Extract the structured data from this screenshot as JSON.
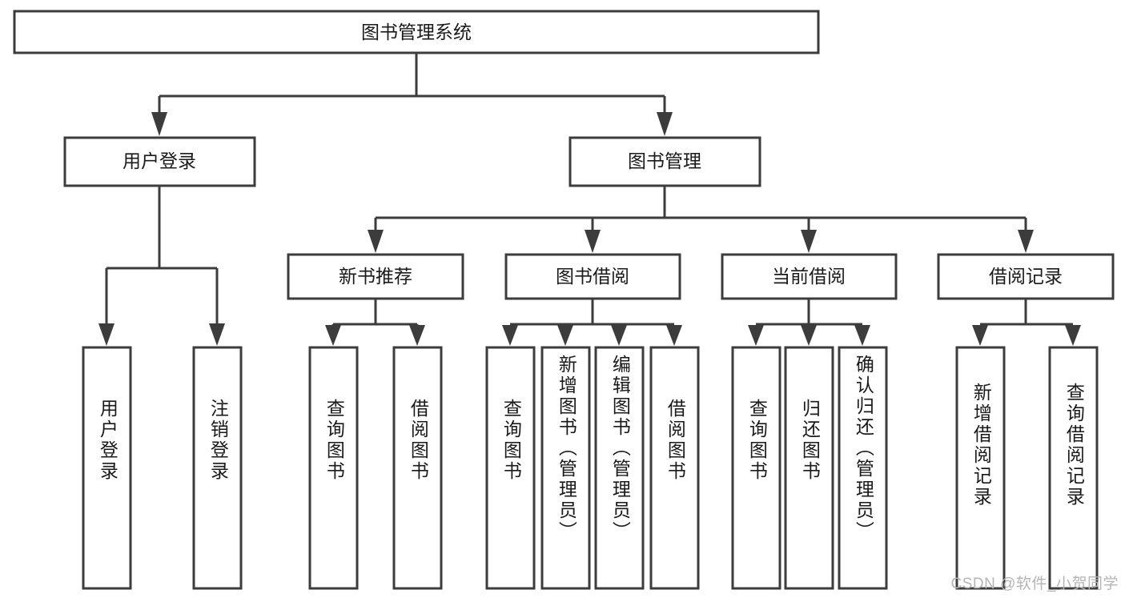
{
  "diagram": {
    "title_node": {
      "label": "图书管理系统"
    },
    "level2": [
      {
        "id": "user-login",
        "label": "用户登录"
      },
      {
        "id": "book-management",
        "label": "图书管理"
      }
    ],
    "level3": [
      {
        "id": "new-book-recommend",
        "label": "新书推荐"
      },
      {
        "id": "book-borrow",
        "label": "图书借阅"
      },
      {
        "id": "current-borrow",
        "label": "当前借阅"
      },
      {
        "id": "borrow-record",
        "label": "借阅记录"
      }
    ],
    "leaves": {
      "user_login": [
        {
          "id": "leaf-user-login",
          "label": "用户登录"
        },
        {
          "id": "leaf-logout-login",
          "label": "注销登录"
        }
      ],
      "new_book_recommend": [
        {
          "id": "leaf-query-book-1",
          "label": "查询图书"
        },
        {
          "id": "leaf-borrow-book-1",
          "label": "借阅图书"
        }
      ],
      "book_borrow": [
        {
          "id": "leaf-query-book-2",
          "label": "查询图书"
        },
        {
          "id": "leaf-add-book-admin",
          "label": "新增图书（管理员）"
        },
        {
          "id": "leaf-edit-book-admin",
          "label": "编辑图书（管理员）"
        },
        {
          "id": "leaf-borrow-book-2",
          "label": "借阅图书"
        }
      ],
      "current_borrow": [
        {
          "id": "leaf-query-book-3",
          "label": "查询图书"
        },
        {
          "id": "leaf-return-book",
          "label": "归还图书"
        },
        {
          "id": "leaf-confirm-return-admin",
          "label": "确认归还（管理员）"
        }
      ],
      "borrow_record": [
        {
          "id": "leaf-add-borrow-record",
          "label": "新增借阅记录"
        },
        {
          "id": "leaf-query-borrow-record",
          "label": "查询借阅记录"
        }
      ]
    }
  },
  "watermark": {
    "text": "CSDN @软件_小贺同学"
  },
  "colors": {
    "stroke": "#3c3c3c",
    "fill": "#ffffff",
    "text": "#1a1a1a",
    "watermark": "#b5b5b5"
  }
}
